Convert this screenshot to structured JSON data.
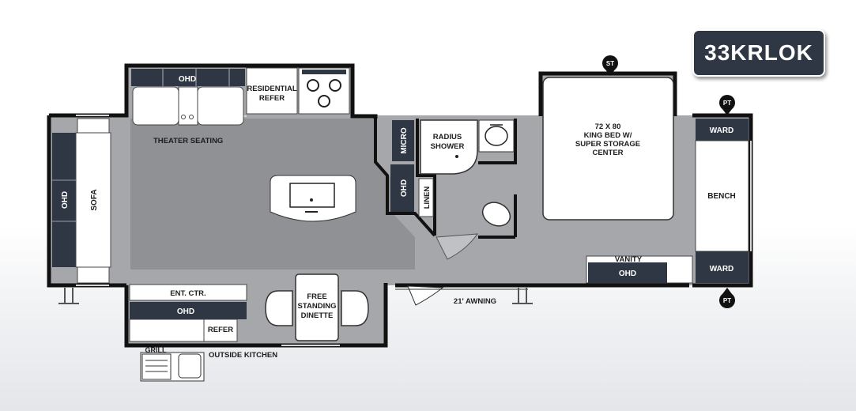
{
  "model": "33KRLOK",
  "labels": {
    "ohd": "OHD",
    "residential_refer": [
      "RESIDENTIAL",
      "REFER"
    ],
    "theater_seating": "THEATER SEATING",
    "sofa": "SOFA",
    "micro": "MICRO",
    "radius_shower": [
      "RADIUS",
      "SHOWER"
    ],
    "linen": "LINEN",
    "bed": [
      "72 X 80",
      "KING BED W/",
      "SUPER STORAGE",
      "CENTER"
    ],
    "ward": "WARD",
    "bench": "BENCH",
    "vanity": "VANITY",
    "ent_ctr": "ENT. CTR.",
    "refer": "REFER",
    "dinette": [
      "FREE",
      "STANDING",
      "DINETTE"
    ],
    "awning": "21' AWNING",
    "grill": "GRILL",
    "outside_kitchen": "OUTSIDE KITCHEN"
  },
  "markers": {
    "st": "ST",
    "pt": "PT"
  },
  "colors": {
    "navy": "#2f3744",
    "floor": "#a5a7ab",
    "wall": "#111111"
  }
}
